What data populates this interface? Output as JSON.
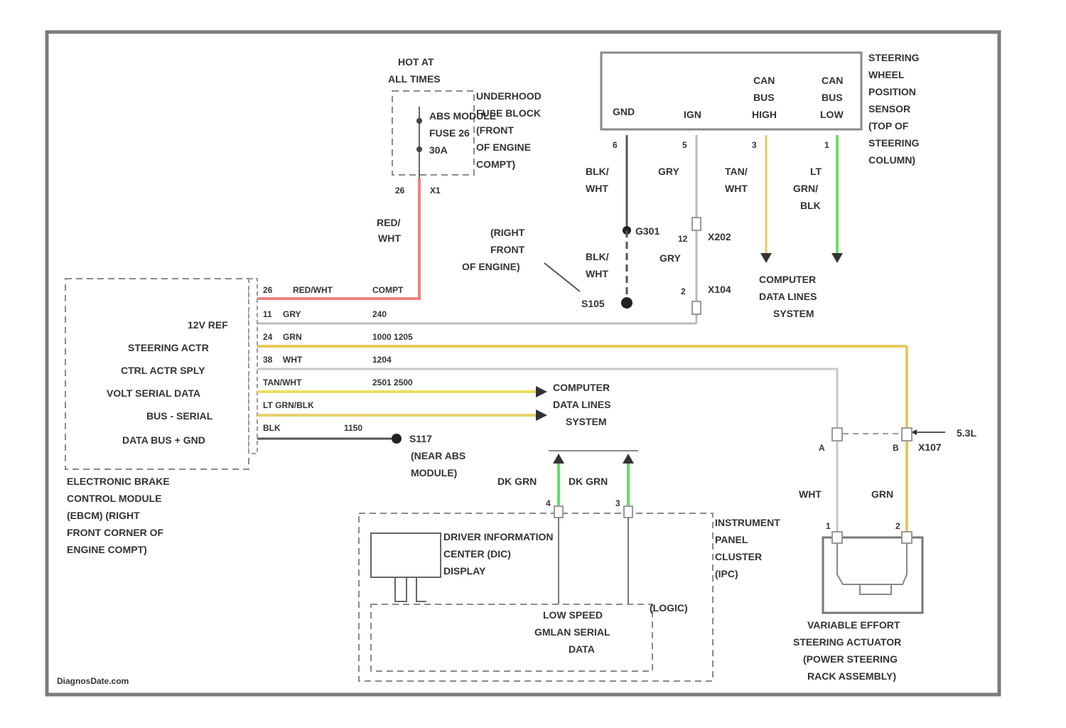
{
  "fuse": {
    "hot_label": [
      "HOT AT",
      "ALL TIMES"
    ],
    "fuse_name": [
      "ABS MODULE",
      "FUSE 26",
      "30A"
    ],
    "location": [
      "UNDERHOOD",
      "FUSE BLOCK",
      "(FRONT",
      "OF ENGINE",
      "COMPT)"
    ],
    "pin": "26",
    "conn": "X1"
  },
  "wire_red_wht": [
    "RED/",
    "WHT"
  ],
  "swps": {
    "name": [
      "STEERING",
      "WHEEL",
      "POSITION",
      "SENSOR",
      "(TOP OF",
      "STEERING",
      "COLUMN)"
    ],
    "terms": [
      [
        "GND"
      ],
      [
        "IGN"
      ],
      [
        "CAN",
        "BUS",
        "HIGH"
      ],
      [
        "CAN",
        "BUS",
        "LOW"
      ]
    ],
    "pins": [
      "6",
      "5",
      "3",
      "1"
    ],
    "wires": [
      [
        "BLK/",
        "WHT"
      ],
      [
        "GRY"
      ],
      [
        "TAN/",
        "WHT"
      ],
      [
        "LT",
        "GRN/",
        "BLK"
      ]
    ]
  },
  "splices": {
    "g301": "G301",
    "x202": "X202",
    "x104": "X104",
    "s105": "S105",
    "s117": "S117",
    "x107": "X107"
  },
  "ground_loc": [
    "(RIGHT",
    "FRONT",
    "OF ENGINE)"
  ],
  "blk_wht2": [
    "BLK/",
    "WHT"
  ],
  "gry2": "GRY",
  "x202_pin": "12",
  "x104_pin": "2",
  "cdl_top": [
    "COMPUTER",
    "DATA LINES",
    "SYSTEM"
  ],
  "cdl_mid": [
    "COMPUTER",
    "DATA LINES",
    "SYSTEM"
  ],
  "ebcm": {
    "name": [
      "ELECTRONIC BRAKE",
      "CONTROL MODULE",
      "(EBCM) (RIGHT",
      "FRONT CORNER OF",
      "ENGINE COMPT)"
    ],
    "terms": [
      "12V REF",
      "STEERING ACTR",
      "CTRL ACTR SPLY",
      "VOLT SERIAL DATA",
      "BUS - SERIAL",
      "DATA BUS + GND"
    ],
    "rows": [
      {
        "pin": "26",
        "wire": "RED/WHT",
        "note": "COMPT"
      },
      {
        "pin": "11",
        "wire": "GRY",
        "note": "240"
      },
      {
        "pin": "24",
        "wire": "GRN",
        "note": "1000 1205"
      },
      {
        "pin": "38",
        "wire": "WHT",
        "note": "1204"
      },
      {
        "pin": "",
        "wire": "TAN/WHT",
        "note": "2501 2500"
      },
      {
        "pin": "",
        "wire": "LT GRN/BLK",
        "note": ""
      },
      {
        "pin": "",
        "wire": "BLK",
        "note": "1150"
      }
    ]
  },
  "ground_s117": [
    "(NEAR ABS",
    "MODULE)"
  ],
  "ipc": {
    "name": [
      "INSTRUMENT",
      "PANEL",
      "CLUSTER",
      "(IPC)"
    ],
    "dic": [
      "DRIVER INFORMATION",
      "CENTER (DIC)",
      "DISPLAY"
    ],
    "lsgm": [
      "LOW SPEED",
      "GMLAN SERIAL",
      "DATA"
    ],
    "logic": "(LOGIC)",
    "wires": [
      "DK GRN",
      "DK GRN"
    ],
    "pins": [
      "4",
      "3"
    ]
  },
  "veso": {
    "name": [
      "VARIABLE EFFORT",
      "STEERING ACTUATOR",
      "(POWER STEERING",
      "RACK ASSEMBLY)"
    ],
    "wires": [
      "WHT",
      "GRN"
    ],
    "pins": [
      "1",
      "2"
    ],
    "x107_pins": [
      "A",
      "B"
    ],
    "engine": "5.3L"
  },
  "watermark": "DiagnosDate.com",
  "colors": {
    "red": "#f08080",
    "tan": "#e8c860",
    "yellow": "#ece060",
    "green": "#66dd66",
    "gray": "#a0a0a0",
    "dark": "#555555"
  }
}
